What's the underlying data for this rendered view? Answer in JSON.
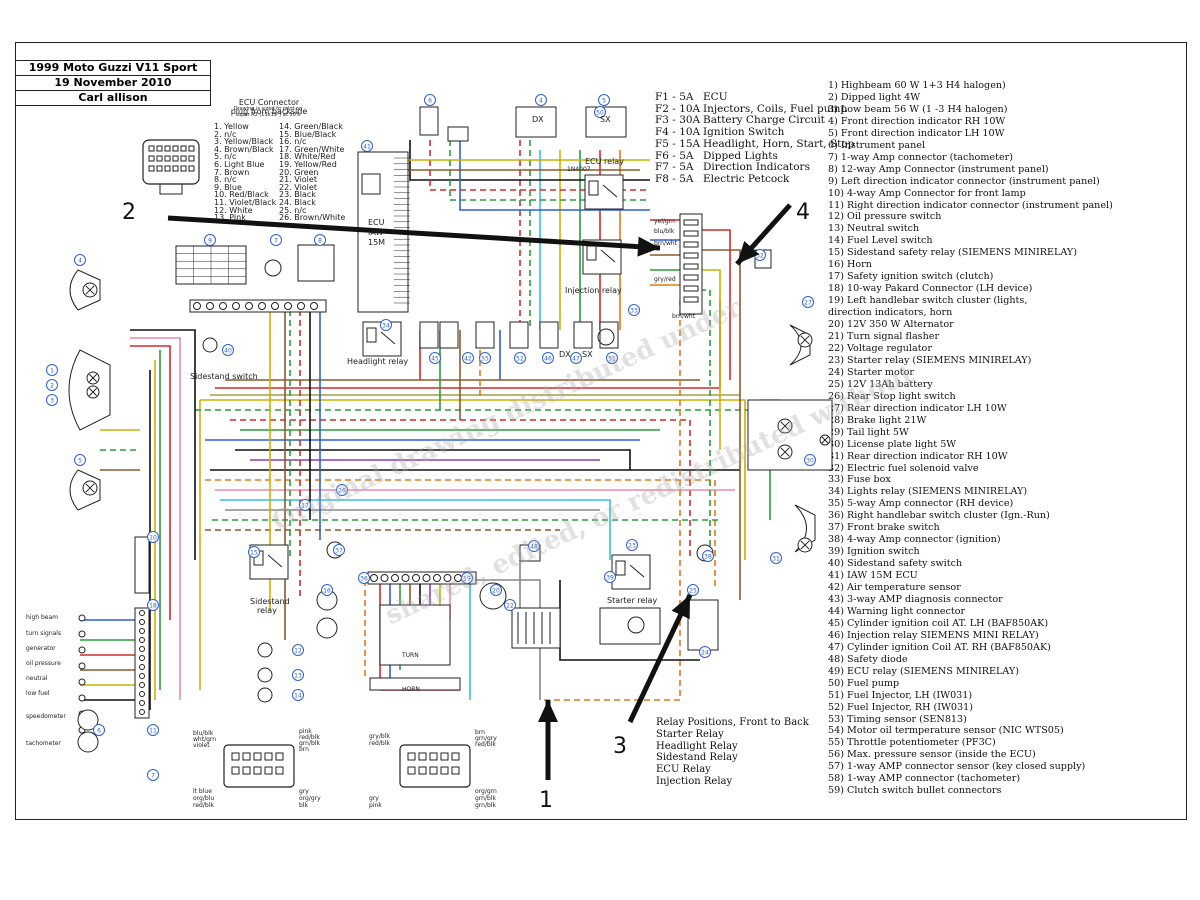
{
  "title_block": {
    "model": "1999 Moto Guzzi V11 Sport",
    "date": "19 November 2010",
    "author": "Carl allison"
  },
  "print_note": [
    "Drawing is sized to print on",
    "super A3 (13x19\") at 50%"
  ],
  "ecu_connector": {
    "title_line1": "ECU Connector",
    "title_line2": "plug from backside",
    "pins_left": [
      "1. Yellow",
      "2. n/c",
      "3. Yellow/Black",
      "4. Brown/Black",
      "5. n/c",
      "6. Light Blue",
      "7. Brown",
      "8. n/c",
      "9. Blue",
      "10. Red/Black",
      "11. Violet/Black",
      "12. White",
      "13. Pink"
    ],
    "pins_right": [
      "14. Green/Black",
      "15. Blue/Black",
      "16. n/c",
      "17. Green/White",
      "18. White/Red",
      "19. Yellow/Red",
      "20. Green",
      "21. Violet",
      "22. Violet",
      "23. Black",
      "24. Black",
      "25. n/c",
      "26. Brown/White"
    ]
  },
  "fuses": [
    {
      "id": "F1 - 5A",
      "desc": "ECU"
    },
    {
      "id": "F2 - 10A",
      "desc": "Injectors, Coils, Fuel pump"
    },
    {
      "id": "F3 - 30A",
      "desc": "Battery Charge Circuit"
    },
    {
      "id": "F4 - 10A",
      "desc": "Ignition Switch"
    },
    {
      "id": "F5 - 15A",
      "desc": "Headlight, Horn, Start, Stop"
    },
    {
      "id": "F6 - 5A",
      "desc": "Dipped Lights"
    },
    {
      "id": "F7 - 5A",
      "desc": "Direction Indicators"
    },
    {
      "id": "F8 - 5A",
      "desc": "Electric Petcock"
    }
  ],
  "legend": [
    "1) Highbeam 60 W 1+3 H4 halogen)",
    "2) Dipped light 4W",
    "3) Low beam 56 W (1 -3 H4 halogen)",
    "4) Front direction indicator RH 10W",
    "5) Front direction indicator LH 10W",
    "6) Instrument panel",
    "7) 1-way Amp connector (tachometer)",
    "8) 12-way Amp Connector (instrument panel)",
    "9) Left direction indicator connector (instrument panel)",
    "10) 4-way Amp Connector for front lamp",
    "11) Right direction indicator connector (instrument panel)",
    "12) Oil pressure switch",
    "13) Neutral switch",
    "14) Fuel Level switch",
    "15) Sidestand safety relay (SIEMENS MINIRELAY)",
    "16) Horn",
    "17) Safety ignition switch (clutch)",
    "18) 10-way Pakard Connector (LH device)",
    "19) Left handlebar switch cluster (lights,",
    "      direction indicators, horn",
    "20) 12V 350 W Alternator",
    "21) Turn signal flasher",
    "22) Voltage regulator",
    "23) Starter relay (SIEMENS MINIRELAY)",
    "24) Starter motor",
    "25) 12V 13Ah battery",
    "26) Rear Stop light switch",
    "27) Rear direction indicator LH 10W",
    "28) Brake light 21W",
    "29) Tail light 5W",
    "30) License plate light 5W",
    "31) Rear direction indicator RH 10W",
    "32) Electric fuel solenoid valve",
    "33) Fuse box",
    "34) Lights relay (SIEMENS MINIRELAY)",
    "35) 5-way Amp connector (RH device)",
    "36) Right handlebar switch cluster (Ign.-Run)",
    "37) Front brake switch",
    "38) 4-way Amp connector (ignition)",
    "39) Ignition switch",
    "40) Sidestand safety switch",
    "41) IAW 15M ECU",
    "42) Air temperature sensor",
    "43) 3-way AMP diagnosis connector",
    "44) Warning light connector",
    "45) Cylinder ignition coil AT. LH (BAF850AK)",
    "46) Injection relay SIEMENS MINI RELAY)",
    "47) Cylinder ignition Coil AT. RH (BAF850AK)",
    "48) Safety diode",
    "49) ECU relay (SIEMENS MINIRELAY)",
    "50) Fuel pump",
    "51) Fuel Injector, LH (IW031)",
    "52) Fuel Injector, RH (IW031)",
    "53) Timing sensor (SEN813)",
    "54) Motor oil termperature sensor (NIC WTS05)",
    "55) Throttle potentiometer (PF3C)",
    "56) Max. pressure sensor (inside the ECU)",
    "57) 1-way AMP connector sensor (key closed supply)",
    "58) 1-way AMP connector (tachometer)",
    "59) Clutch switch bullet connectors"
  ],
  "relay_positions": {
    "title": "Relay Positions, Front to Back",
    "items": [
      "Starter Relay",
      "Headlight Relay",
      "Sidestand Relay",
      "ECU Relay",
      "Injection Relay"
    ]
  },
  "component_labels": {
    "ecu_relay": "ECU relay",
    "injection_relay": "Injection relay",
    "headlight_relay": "Headlight relay",
    "sidestand_switch": "Sidestand switch",
    "sidestand_relay_1": "Sidestand",
    "sidestand_relay_2": "relay",
    "starter_relay": "Starter relay",
    "ecu_box_1": "ECU",
    "ecu_box_2": "IAW",
    "ecu_box_3": "15M",
    "dx": "DX",
    "sx": "SX",
    "turn": "TURN",
    "horn": "HORN",
    "diode": "1N4007"
  },
  "warning_lights": [
    "high beam",
    "turn signals",
    "generator",
    "oil pressure",
    "neutral",
    "low fuel",
    "speedometer",
    "tachometer"
  ],
  "connector_left_top": [
    "blu/blk",
    "wht/grn",
    "violet"
  ],
  "connector_left_top_r": [
    "pink",
    "red/blk",
    "grn/blk",
    "brn"
  ],
  "connector_left_bot": [
    "lt blue",
    "org/blu",
    "red/blk"
  ],
  "connector_left_bot_r": [
    "gry",
    "org/gry",
    "blk"
  ],
  "connector_right_top": [
    "gry/blk",
    "red/blk"
  ],
  "connector_right_top_r": [
    "brn",
    "grn/gry",
    "red/blk"
  ],
  "connector_right_bot": [
    "gry",
    "pink"
  ],
  "connector_right_bot_r": [
    "org/grn",
    "grn/blk",
    "grn/blk"
  ],
  "fusebox_wire_labels": [
    "yel/grn",
    "blu/blk",
    "brn/wht",
    "gry/red",
    "brn/wht"
  ],
  "annotations": {
    "a1": "1",
    "a2": "2",
    "a3": "3",
    "a4": "4"
  },
  "watermark": [
    "Original drawing distributed under",
    "shared, edited, or redistributed without"
  ],
  "colors": {
    "red": "#d42a2a",
    "green": "#2c9c3a",
    "blue": "#2f5fd0",
    "yellow": "#c9b200",
    "brown": "#8a5a2b",
    "black": "#111111",
    "pink": "#e88ab0",
    "violet": "#8a3fb0",
    "orange": "#e07a1a",
    "lightblue": "#35c0e0",
    "grey": "#888888",
    "olive": "#a0a040"
  }
}
